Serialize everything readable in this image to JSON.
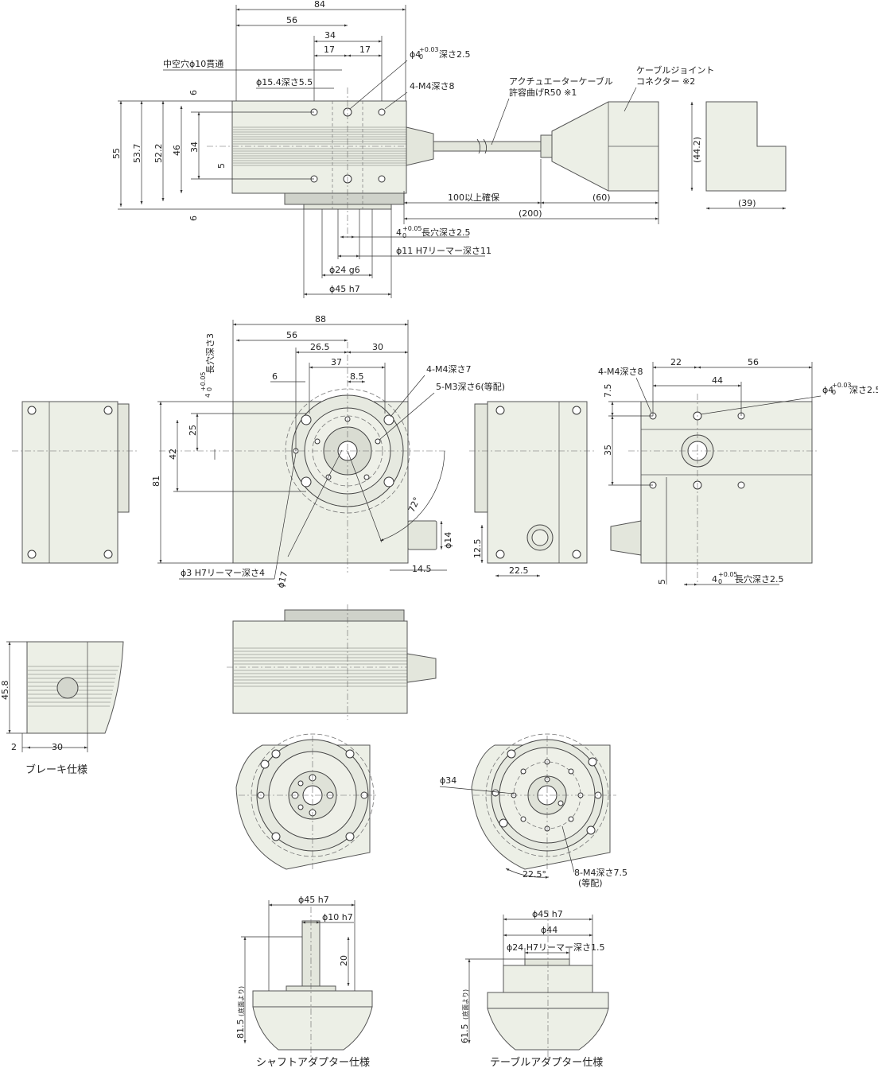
{
  "top_view": {
    "dims": {
      "w84": "84",
      "w56": "56",
      "w34": "34",
      "w17a": "17",
      "w17b": "17",
      "h55": "55",
      "h53_7": "53.7",
      "h52_2": "52.2",
      "h46": "46",
      "h34": "34",
      "h6a": "6",
      "h5": "5",
      "h6b": "6",
      "d200": "(200)",
      "d100": "100以上確保",
      "d60": "(60)",
      "d44_2": "(44.2)",
      "d39": "(39)"
    },
    "notes": {
      "hollow": "中空穴ϕ10貫通",
      "pin4": "ϕ4",
      "pin4_tol": "+0.03",
      "pin4_tol2": "0",
      "pin4_depth": "深さ2.5",
      "cbore": "ϕ15.4深さ5.5",
      "tap": "4-M4深さ8",
      "cable1": "アクチュエーターケーブル",
      "cable2": "許容曲げR50 ※1",
      "connector1": "ケーブルジョイント",
      "connector2": "コネクター ※2",
      "slot": "4",
      "slot_tol": "+0.05",
      "slot_tol2": "0",
      "slot_depth": "長穴深さ2.5",
      "ream": "ϕ11 H7リーマー深さ11",
      "d24": "ϕ24 g6",
      "d45": "ϕ45 h7"
    }
  },
  "front_view": {
    "dims": {
      "w88": "88",
      "w56": "56",
      "w26_5": "26.5",
      "w30": "30",
      "w37": "37",
      "w6": "6",
      "w8_5": "8.5",
      "h81": "81",
      "h42": "42",
      "h25": "25",
      "w14_5": "14.5",
      "d14": "ϕ14",
      "ang72": "72°"
    },
    "notes": {
      "slot_side": "4",
      "slot_side_tol": "+0.05",
      "slot_side_tol2": "0",
      "slot_side_text": "長穴深さ3",
      "tap4": "4-M4深さ7",
      "tap5": "5-M3深さ6(等配)",
      "ream3": "ϕ3 H7リーマー深さ4",
      "d17": "ϕ17"
    }
  },
  "right_view": {
    "dims": {
      "h12_5": "12.5",
      "w22_5": "22.5"
    }
  },
  "bottom_view": {
    "dims": {
      "w22": "22",
      "w56": "56",
      "w44": "44",
      "h7_5": "7.5",
      "h35": "35",
      "h5": "5"
    },
    "notes": {
      "tap": "4-M4深さ8",
      "pin": "ϕ4",
      "pin_tol": "+0.03",
      "pin_tol2": "0",
      "pin_depth": "深さ2.5",
      "slot": "4",
      "slot_tol": "+0.05",
      "slot_tol2": "0",
      "slot_depth": "長穴深さ2.5"
    }
  },
  "brake": {
    "caption": "ブレーキ仕様",
    "dims": {
      "h45_8": "45.8",
      "w2": "2",
      "w30": "30"
    }
  },
  "table_top": {
    "notes": {
      "d34": "ϕ34",
      "ang22_5": "22.5°",
      "tap8": "8-M4深さ7.5",
      "equal": "(等配)"
    }
  },
  "shaft_adapter": {
    "caption": "シャフトアダプター仕様",
    "dims": {
      "d45": "ϕ45 h7",
      "d10": "ϕ10 h7",
      "h20": "20",
      "h81_5": "81.5",
      "from_bottom": "(底面より)"
    }
  },
  "table_adapter": {
    "caption": "テーブルアダプター仕様",
    "dims": {
      "d45": "ϕ45 h7",
      "d44": "ϕ44",
      "d24": "ϕ24 H7リーマー深さ1.5",
      "h61_5": "61.5",
      "from_bottom": "(底面より)"
    }
  }
}
